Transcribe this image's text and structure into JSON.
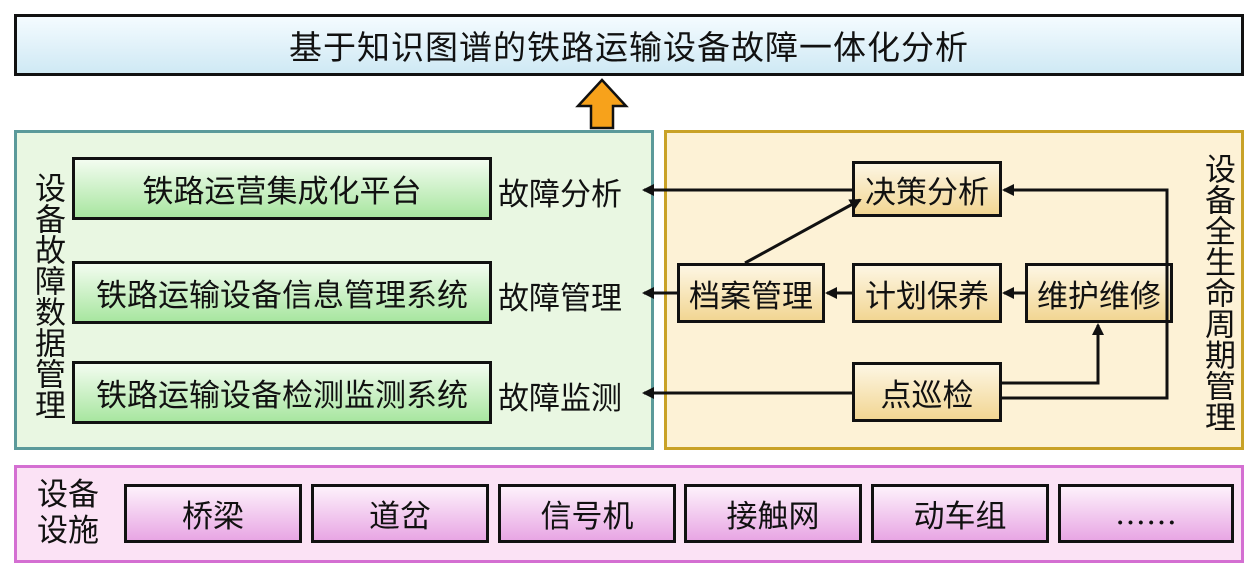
{
  "title": "基于知识图谱的铁路运输设备故障一体化分析",
  "left_panel": {
    "side_label": "设备故障数据管理",
    "systems": [
      {
        "label": "铁路运营集成化平台",
        "function": "故障分析"
      },
      {
        "label": "铁路运输设备信息管理系统",
        "function": "故障管理"
      },
      {
        "label": "铁路运输设备检测监测系统",
        "function": "故障监测"
      }
    ]
  },
  "right_panel": {
    "side_label": "设备全生命周期管理",
    "nodes": {
      "decision": "决策分析",
      "archive": "档案管理",
      "plan": "计划保养",
      "maintain": "维护维修",
      "inspect": "点巡检"
    }
  },
  "bottom_panel": {
    "side_label_line1": "设备",
    "side_label_line2": "设施",
    "items": [
      "桥梁",
      "道岔",
      "信号机",
      "接触网",
      "动车组",
      "……"
    ]
  },
  "colors": {
    "title_fill": "#cfe9f4",
    "left_panel_border": "#5b9a9a",
    "left_panel_fill": "#e9f7e2",
    "right_panel_border": "#c9a227",
    "right_panel_fill": "#fdf2d6",
    "bottom_panel_border": "#d46fd2",
    "bottom_panel_fill": "#fbe2f5",
    "up_arrow": "#f7a21b"
  }
}
